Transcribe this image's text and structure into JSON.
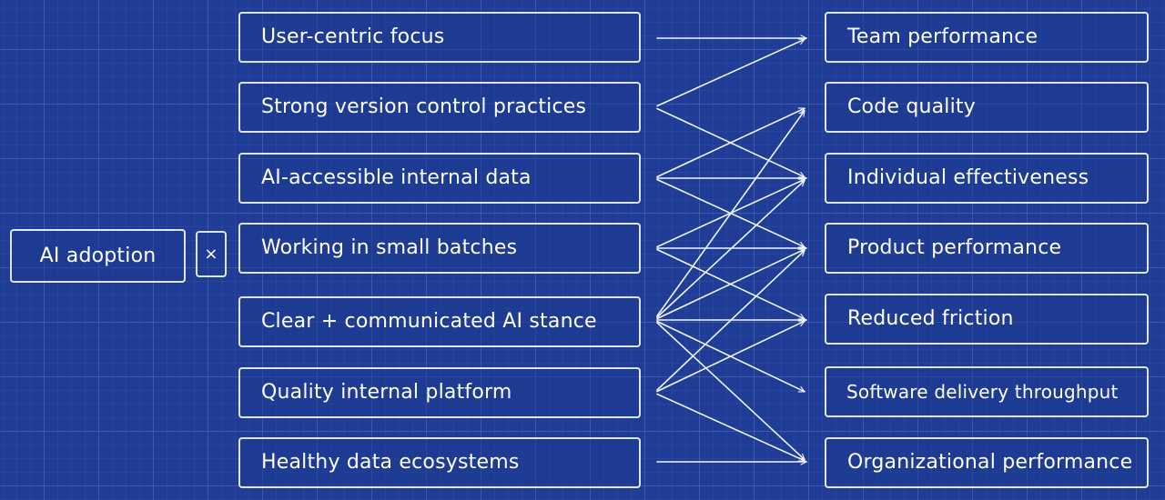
{
  "multiplier": {
    "label": "AI adoption",
    "operator": "×"
  },
  "capabilities": [
    "User-centric focus",
    "Strong version control practices",
    "AI-accessible internal data",
    "Working in small batches",
    "Clear + communicated AI stance",
    "Quality internal platform",
    "Healthy data ecosystems"
  ],
  "outcomes": [
    "Team performance",
    "Code quality",
    "Individual effectiveness",
    "Product performance",
    "Reduced friction",
    "Software delivery throughput",
    "Organizational performance"
  ],
  "connections": [
    [
      0,
      0
    ],
    [
      1,
      0
    ],
    [
      1,
      2
    ],
    [
      2,
      1
    ],
    [
      2,
      2
    ],
    [
      2,
      3
    ],
    [
      3,
      2
    ],
    [
      3,
      3
    ],
    [
      3,
      4
    ],
    [
      4,
      1
    ],
    [
      4,
      2
    ],
    [
      4,
      3
    ],
    [
      4,
      4
    ],
    [
      4,
      5
    ],
    [
      4,
      6
    ],
    [
      5,
      3
    ],
    [
      5,
      4
    ],
    [
      5,
      6
    ],
    [
      6,
      6
    ]
  ],
  "colors": {
    "background": "#1f3d96",
    "line": "#f0f4ff"
  }
}
